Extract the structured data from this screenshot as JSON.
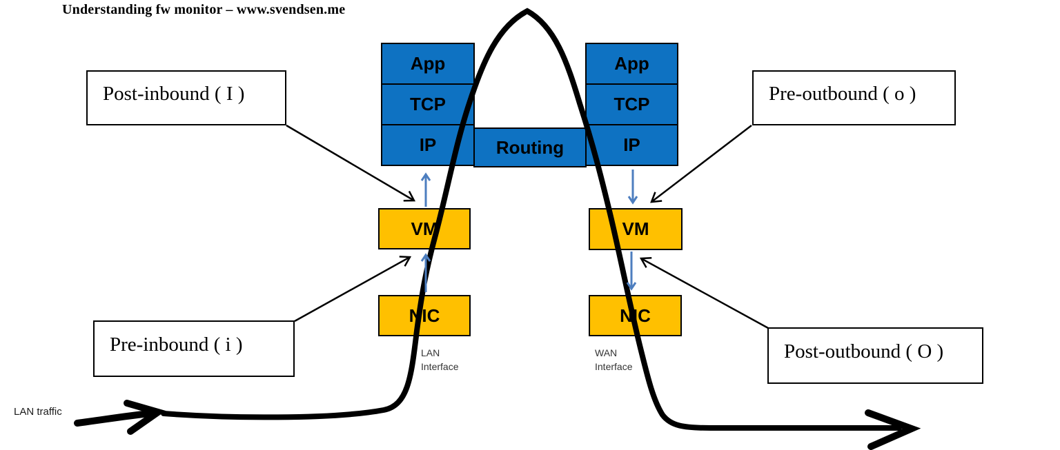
{
  "title": "Understanding fw monitor – www.svendsen.me",
  "colors": {
    "stack_fill": "#0E72C2",
    "node_fill": "#FFC000",
    "flow_arrow": "#4D7EBF"
  },
  "stacks": {
    "left": {
      "layers": [
        "App",
        "TCP",
        "IP"
      ]
    },
    "right": {
      "layers": [
        "App",
        "TCP",
        "IP"
      ]
    },
    "routing_label": "Routing"
  },
  "nodes": {
    "left_vm": "VM",
    "left_nic": "NIC",
    "right_vm": "VM",
    "right_nic": "NIC"
  },
  "inspection_points": {
    "post_inbound": "Post-inbound ( I )",
    "pre_inbound": "Pre-inbound ( i )",
    "pre_outbound": "Pre-outbound ( o )",
    "post_outbound": "Post-outbound ( O )"
  },
  "interfaces": {
    "lan": [
      "LAN",
      "Interface"
    ],
    "wan": [
      "WAN",
      "Interface"
    ]
  },
  "traffic_label": "LAN traffic"
}
